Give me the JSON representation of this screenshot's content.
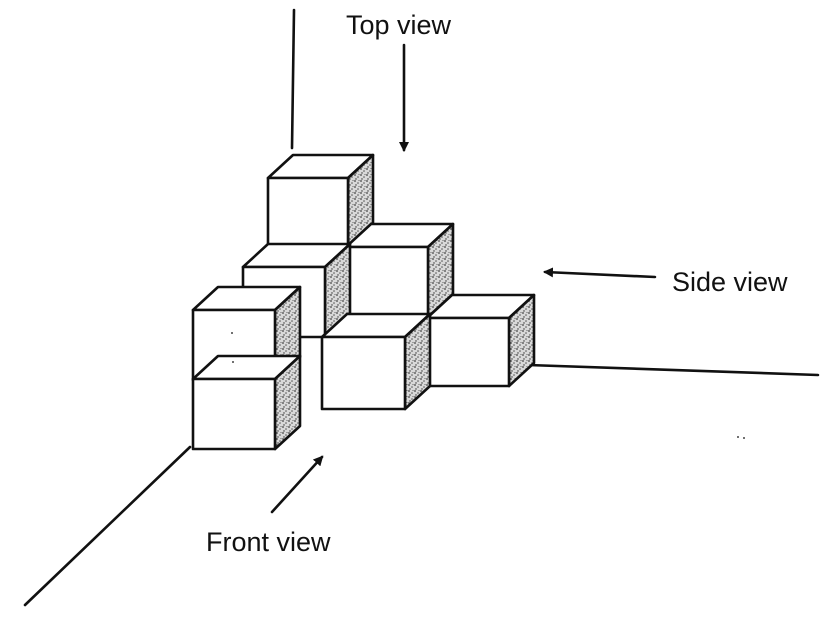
{
  "labels": {
    "top_view": "Top view",
    "side_view": "Side view",
    "front_view": "Front view"
  },
  "colors": {
    "ink": "#111111",
    "paper": "#ffffff",
    "shading": "#888888"
  }
}
